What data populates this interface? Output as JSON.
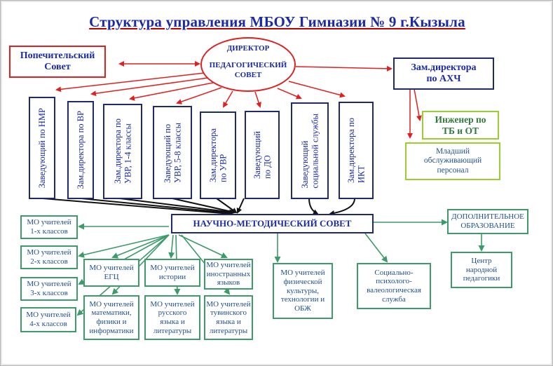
{
  "title": "Структура управления МБОУ Гимназии № 9 г.Кызыла",
  "director": {
    "line1": "ДИРЕКТОР",
    "line2": "ПЕДАГОГИЧЕСКИЙ\nСОВЕТ"
  },
  "trustees": "Попечительский\nСовет",
  "deputy_ahch": "Зам.директора\nпо АХЧ",
  "engineer": "Инженер по\nТБ и ОТ",
  "junior_staff": "Младший\nобслуживающий\nперсонал",
  "columns": [
    "Заведующий по НМР",
    "Зам.директора по ВР",
    "Зам.директора по\nУВР, 1-4 классы",
    "Заведующий по\nУВР, 5-8 классы",
    "Зам.директора\nпо УВР",
    "Заведующий\nпо ДО",
    "Заведующий\nсоциальной службы",
    "Зам.директора по\nИКТ"
  ],
  "method_council": "НАУЧНО-МЕТОДИЧЕСКИЙ СОВЕТ",
  "left_groups": [
    "МО учителей\n1-х классов",
    "МО учителей\n2-х классов",
    "МО учителей\n3-х классов",
    "МО учителей\n4-х классов"
  ],
  "mid_groups_top": [
    "МО учителей\nЕГЦ",
    "МО учителей\nистории",
    "МО учителей\nиностранных\nязыков"
  ],
  "mid_groups_bottom": [
    "МО учителей\nматематики,\nфизики и\nинформатики",
    "МО учителей\nрусского\nязыка и\nлитературы",
    "МО учителей\nтувинского\nязыка и\nлитературы"
  ],
  "pe_group": "МО учителей\nфизической\nкультуры,\nтехнологии и\nОБЖ",
  "social_service": "Социально-\nпсихолого-\nвалеологическая\nслужба",
  "extra_education": "ДОПОЛНИТЕЛЬНОЕ\nОБРАЗОВАНИЕ",
  "pedagogy_center": "Центр\nнародной\nпедагогики"
}
